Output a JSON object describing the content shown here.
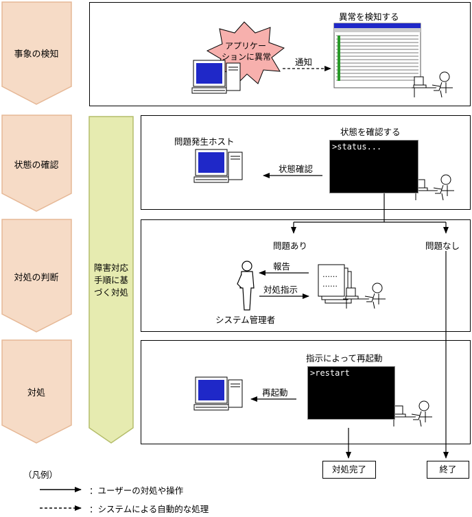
{
  "phases": [
    {
      "label": "事象の検知"
    },
    {
      "label": "状態の確認"
    },
    {
      "label": "対処の判断"
    },
    {
      "label": "対処"
    }
  ],
  "procedure_band": {
    "lines": [
      "障害対応",
      "手順に基",
      "づく対処"
    ]
  },
  "colors": {
    "phase_fill": "#f6dbc6",
    "phase_stroke": "#e6b896",
    "band_fill": "#e6ebb0",
    "band_stroke": "#b4bd6a",
    "starburst": "#f7b0ad",
    "screen": "#1f28c8"
  },
  "detect": {
    "alert_line1": "アプリケー",
    "alert_line2": "ションに異常",
    "notify_label": "通知",
    "monitor_caption": "異常を検知する"
  },
  "status": {
    "host_caption": "問題発生ホスト",
    "check_label": "状態確認",
    "terminal_caption": "状態を確認する",
    "terminal_text": ">status..."
  },
  "judge": {
    "problem_label": "問題あり",
    "no_problem_label": "問題なし",
    "report_label": "報告",
    "instruct_label": "対処指示",
    "admin_caption": "システム管理者",
    "doc_text": "……"
  },
  "respond": {
    "terminal_caption": "指示によって再起動",
    "terminal_text": ">restart",
    "restart_label": "再起動"
  },
  "results": {
    "done_label": "対処完了",
    "end_label": "終了"
  },
  "legend": {
    "title": "（凡例）",
    "solid_label": "：ユーザーの対処や操作",
    "dashed_label": "：システムによる自動的な処理"
  }
}
